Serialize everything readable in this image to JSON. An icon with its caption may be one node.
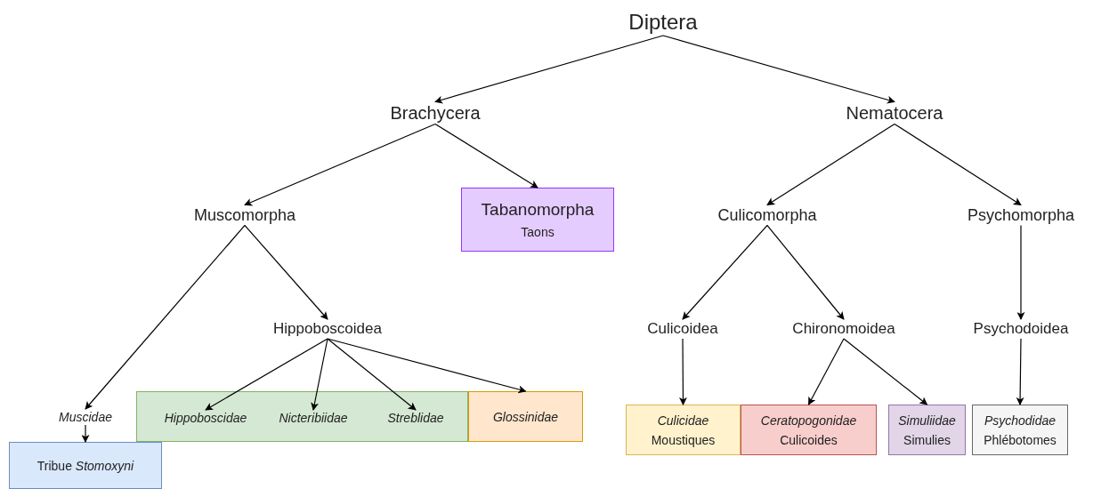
{
  "diagram": {
    "nodes": [
      {
        "text": [
          "Diptera"
        ]
      },
      {
        "text": [
          "Brachycera"
        ]
      },
      {
        "text": [
          "Nematocera"
        ]
      },
      {
        "text": [
          "Muscomorpha"
        ]
      },
      {
        "text": [
          "Tabanomorpha",
          "Taons"
        ]
      },
      {
        "text": [
          "Culicomorpha"
        ]
      },
      {
        "text": [
          "Psychomorpha"
        ]
      },
      {
        "text": [
          "Hippoboscoidea"
        ]
      },
      {
        "text": [
          "Culicoidea"
        ]
      },
      {
        "text": [
          "Chironomoidea"
        ]
      },
      {
        "text": [
          "Psychodoidea"
        ]
      },
      {
        "text": [
          "Muscidae"
        ]
      },
      {
        "text": [],
        "shape": "box"
      },
      {
        "text": [
          "Hippoboscidae"
        ],
        "in": 12
      },
      {
        "text": [
          "Nicteribiidae"
        ],
        "in": 12
      },
      {
        "text": [
          "Streblidae"
        ],
        "in": 12
      },
      {
        "text": [
          "Glossinidae"
        ]
      },
      {
        "text": [
          "Culicidae",
          "Moustiques"
        ]
      },
      {
        "text": [
          "Ceratopogonidae",
          "Culicoides"
        ]
      },
      {
        "text": [
          "Simuliidae",
          "Simulies"
        ]
      },
      {
        "text": [
          "Psychodidae",
          "Phlébotomes"
        ]
      },
      {
        "text": [
          "Tribue *Stomoxyni*"
        ]
      }
    ],
    "edges": [
      {
        "from": 0,
        "to": 1,
        "arrow": "to"
      },
      {
        "from": 0,
        "to": 2,
        "arrow": "to"
      },
      {
        "from": 1,
        "to": 3,
        "arrow": "to"
      },
      {
        "from": 1,
        "to": 4,
        "arrow": "to"
      },
      {
        "from": 2,
        "to": 5,
        "arrow": "to"
      },
      {
        "from": 2,
        "to": 6,
        "arrow": "to"
      },
      {
        "from": 3,
        "to": 11,
        "arrow": "to"
      },
      {
        "from": 3,
        "to": 7,
        "arrow": "to"
      },
      {
        "from": 7,
        "to": 13,
        "arrow": "to"
      },
      {
        "from": 7,
        "to": 14,
        "arrow": "to"
      },
      {
        "from": 7,
        "to": 15,
        "arrow": "to"
      },
      {
        "from": 7,
        "to": 16,
        "arrow": "to"
      },
      {
        "from": 11,
        "to": 21,
        "arrow": "to"
      },
      {
        "from": 5,
        "to": 8,
        "arrow": "to"
      },
      {
        "from": 5,
        "to": 9,
        "arrow": "to"
      },
      {
        "from": 6,
        "to": 10,
        "arrow": "to"
      },
      {
        "from": 8,
        "to": 17,
        "arrow": "to"
      },
      {
        "from": 9,
        "to": 18,
        "arrow": "to"
      },
      {
        "from": 9,
        "to": 19,
        "arrow": "to"
      },
      {
        "from": 10,
        "to": 20,
        "arrow": "to"
      }
    ]
  }
}
